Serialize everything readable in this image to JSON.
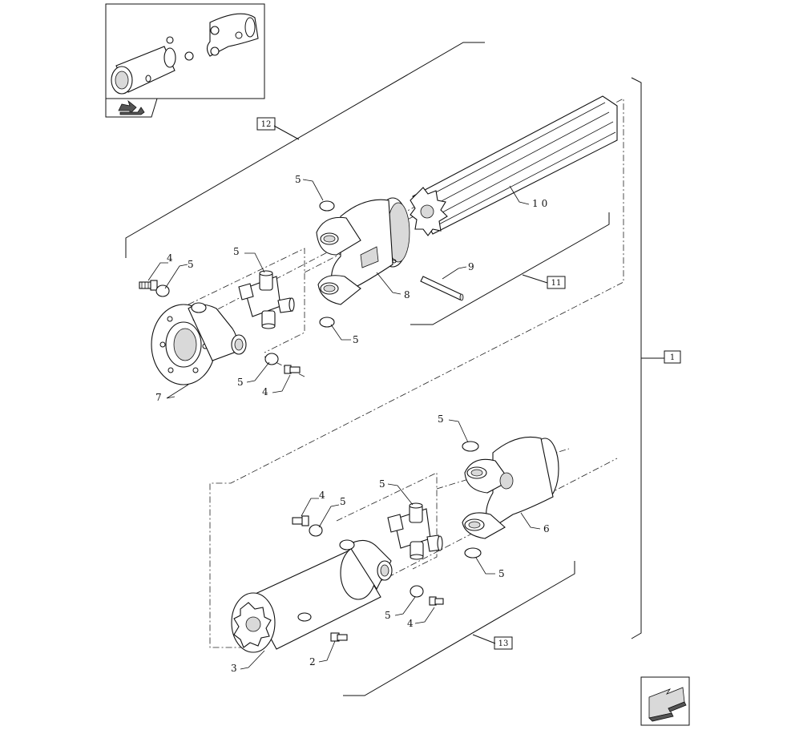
{
  "diagram": {
    "kind": "exploded parts diagram - PTO drive shaft",
    "part_labels": {
      "p2": "2",
      "p3": "3",
      "p4a": "4",
      "p4b": "4",
      "p4c": "4",
      "p4d": "4",
      "p5a": "5",
      "p5b": "5",
      "p5c": "5",
      "p5d": "5",
      "p5e": "5",
      "p5f": "5",
      "p5g": "5",
      "p5h": "5",
      "p5i": "5",
      "p5j": "5",
      "p6": "6",
      "p7": "7",
      "p8": "8",
      "p9": "9",
      "p10": "10"
    },
    "assembly_boxes": {
      "b1": "1",
      "b11": "11",
      "b12": "12",
      "b13": "13"
    },
    "icons": {
      "thumbnail": "assembled-shaft-thumbnail",
      "thumbnail_badge": "book-arrow-icon",
      "nav": "previous-page-arrow-icon"
    }
  }
}
